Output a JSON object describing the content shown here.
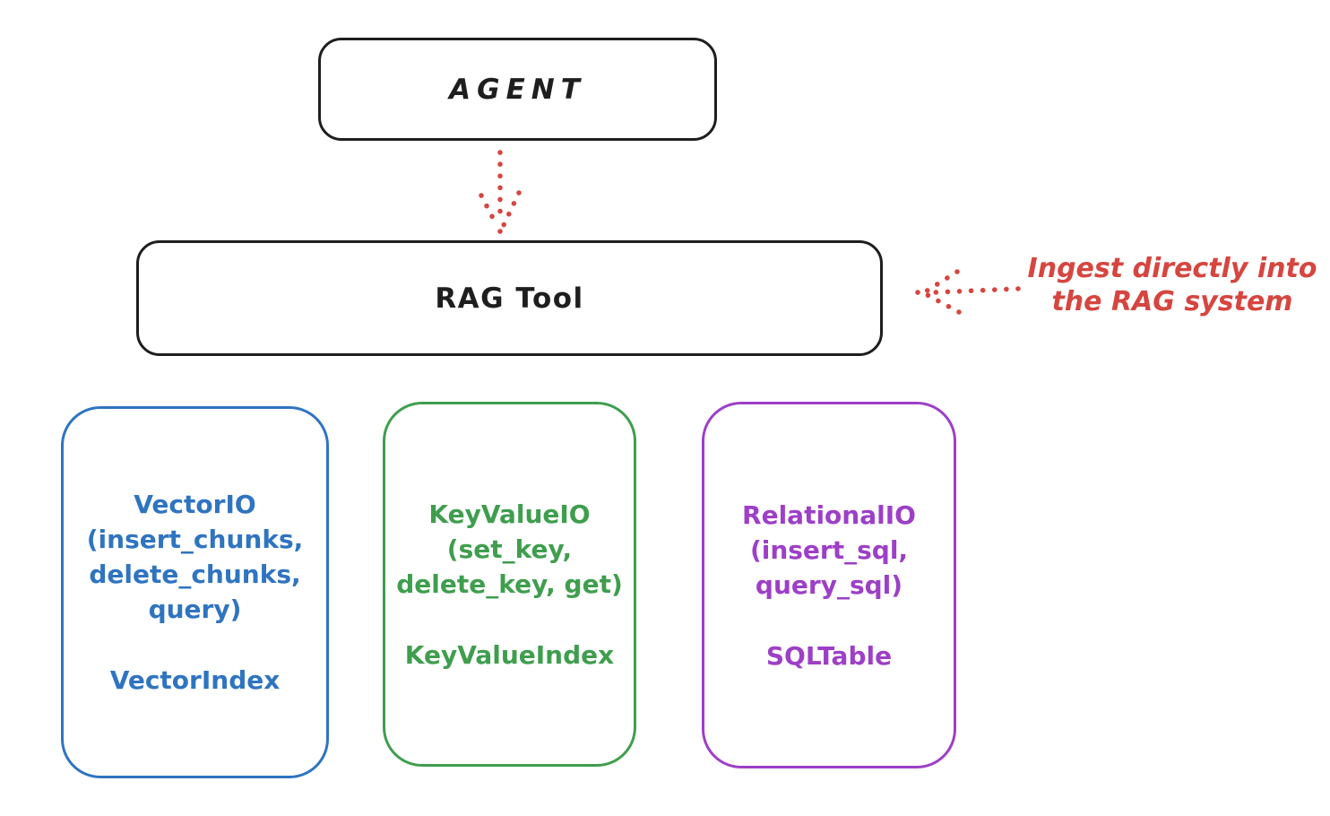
{
  "canvas": {
    "background": "#ffffff"
  },
  "colors": {
    "ink": "#1e1e1e",
    "red": "#d6453f",
    "blue": "#2f74c0",
    "green": "#3f9e4e",
    "purple": "#9d3fc7"
  },
  "nodes": {
    "agent": {
      "label": "AGENT"
    },
    "rag_tool": {
      "label": "RAG Tool"
    }
  },
  "annotation": {
    "line1": "Ingest directly into",
    "line2": "the RAG system"
  },
  "arrows": [
    {
      "name": "agent-to-rag-arrow",
      "style": "dotted",
      "color": "#d6453f",
      "direction": "down"
    },
    {
      "name": "annotation-to-rag-arrow",
      "style": "dotted",
      "color": "#d6453f",
      "direction": "left"
    }
  ],
  "backends": [
    {
      "id": "vector",
      "color": "#2f74c0",
      "lines": [
        "VectorIO",
        "(insert_chunks,",
        "delete_chunks,",
        "query)"
      ],
      "index_label": "VectorIndex"
    },
    {
      "id": "keyvalue",
      "color": "#3f9e4e",
      "lines": [
        "KeyValueIO",
        "(set_key,",
        "delete_key, get)"
      ],
      "index_label": "KeyValueIndex"
    },
    {
      "id": "relational",
      "color": "#9d3fc7",
      "lines": [
        "RelationalIO",
        "(insert_sql,",
        "query_sql)"
      ],
      "index_label": "SQLTable"
    }
  ]
}
